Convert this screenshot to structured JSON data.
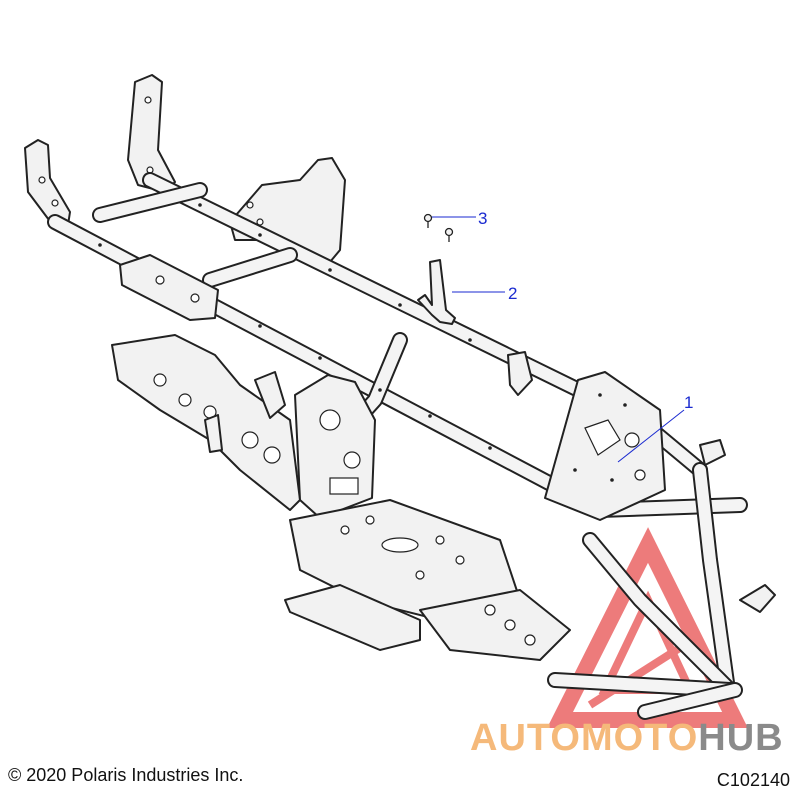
{
  "callouts": [
    {
      "label": "1"
    },
    {
      "label": "2"
    },
    {
      "label": "3"
    }
  ],
  "watermark": {
    "text_part1": "AUTOMOTO",
    "text_part2": "HUB",
    "color_orange": "#f5b97a",
    "color_gray": "#8a8a8a",
    "color_red": "#e85050"
  },
  "footer": {
    "copyright": "© 2020 Polaris Industries Inc.",
    "diagram_code": "C102140"
  },
  "colors": {
    "callout_blue": "#1a2ad0",
    "line": "#222222"
  }
}
